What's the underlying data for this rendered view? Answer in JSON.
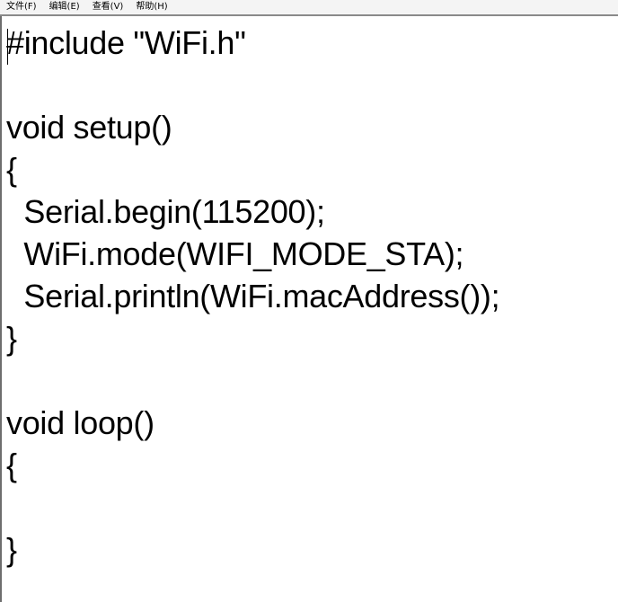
{
  "menu": {
    "items": [
      {
        "label": "文件(F)"
      },
      {
        "label": "编辑(E)"
      },
      {
        "label": "查看(V)"
      },
      {
        "label": "帮助(H)"
      }
    ]
  },
  "editor": {
    "lines": [
      "#include \"WiFi.h\"",
      "",
      "void setup()",
      "{",
      "  Serial.begin(115200);",
      "  WiFi.mode(WIFI_MODE_STA);",
      "  Serial.println(WiFi.macAddress());",
      "}",
      "",
      "void loop()",
      "{",
      "",
      "}"
    ]
  }
}
